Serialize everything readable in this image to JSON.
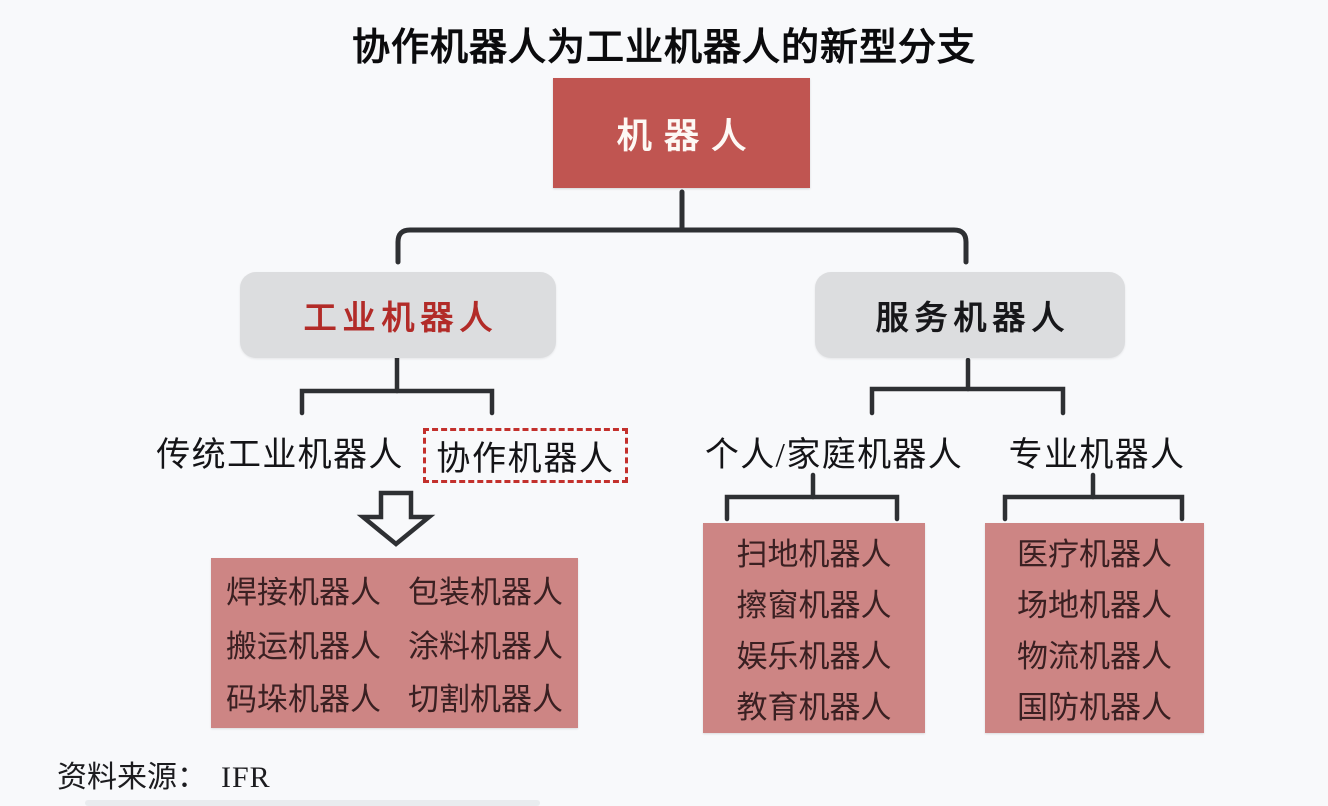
{
  "title": "协作机器人为工业机器人的新型分支",
  "nodes": {
    "root": "机器人",
    "industrial": "工业机器人",
    "service": "服务机器人",
    "traditional": "传统工业机器人",
    "collaborative": "协作机器人",
    "personal": "个人/家庭机器人",
    "professional": "专业机器人"
  },
  "industrial_examples": [
    [
      "焊接机器人",
      "包装机器人"
    ],
    [
      "搬运机器人",
      "涂料机器人"
    ],
    [
      "码垛机器人",
      "切割机器人"
    ]
  ],
  "personal_examples": [
    "扫地机器人",
    "擦窗机器人",
    "娱乐机器人",
    "教育机器人"
  ],
  "professional_examples": [
    "医疗机器人",
    "场地机器人",
    "物流机器人",
    "国防机器人"
  ],
  "source": {
    "label": "资料来源：",
    "value": "IFR"
  },
  "colors": {
    "bg": "#F8F9FB",
    "accent-red": "#C05551",
    "deep-red": "#B22B28",
    "node-gray": "#DCDDDF",
    "panel-pink": "#CD8584",
    "panel-text": "#3A2022",
    "line-dark": "#2E3033",
    "dashed-red": "#C3302C"
  }
}
